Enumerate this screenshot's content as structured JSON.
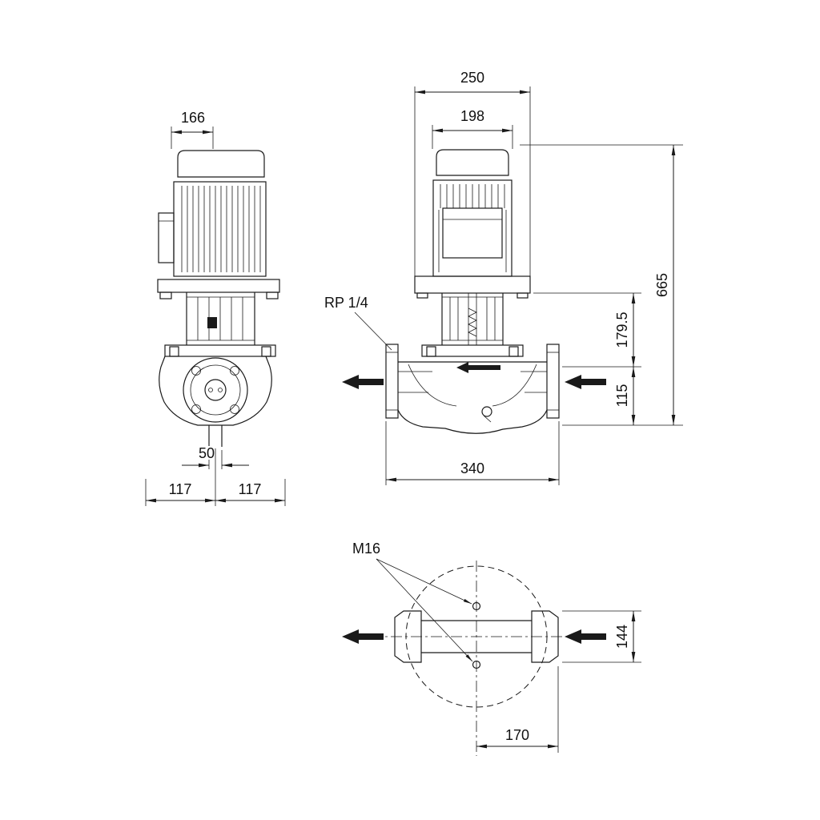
{
  "page": {
    "title": "In-line pump dimensional drawing",
    "background": "#ffffff",
    "line_color": "#1a1a1a"
  },
  "side_view": {
    "dim_motor_width": "166",
    "dim_stem_width": "50",
    "dim_left_half": "117",
    "dim_right_half": "117"
  },
  "front_view": {
    "dim_baseplate_width": "250",
    "dim_motor_width": "198",
    "dim_total_height": "665",
    "dim_flange_to_mid": "179.5",
    "dim_mid_to_base": "115",
    "dim_port_to_port": "340",
    "label_gauge_port": "RP 1/4"
  },
  "plan_view": {
    "label_bolt_thread": "M16",
    "dim_flange_width": "144",
    "dim_center_to_flange": "170"
  }
}
